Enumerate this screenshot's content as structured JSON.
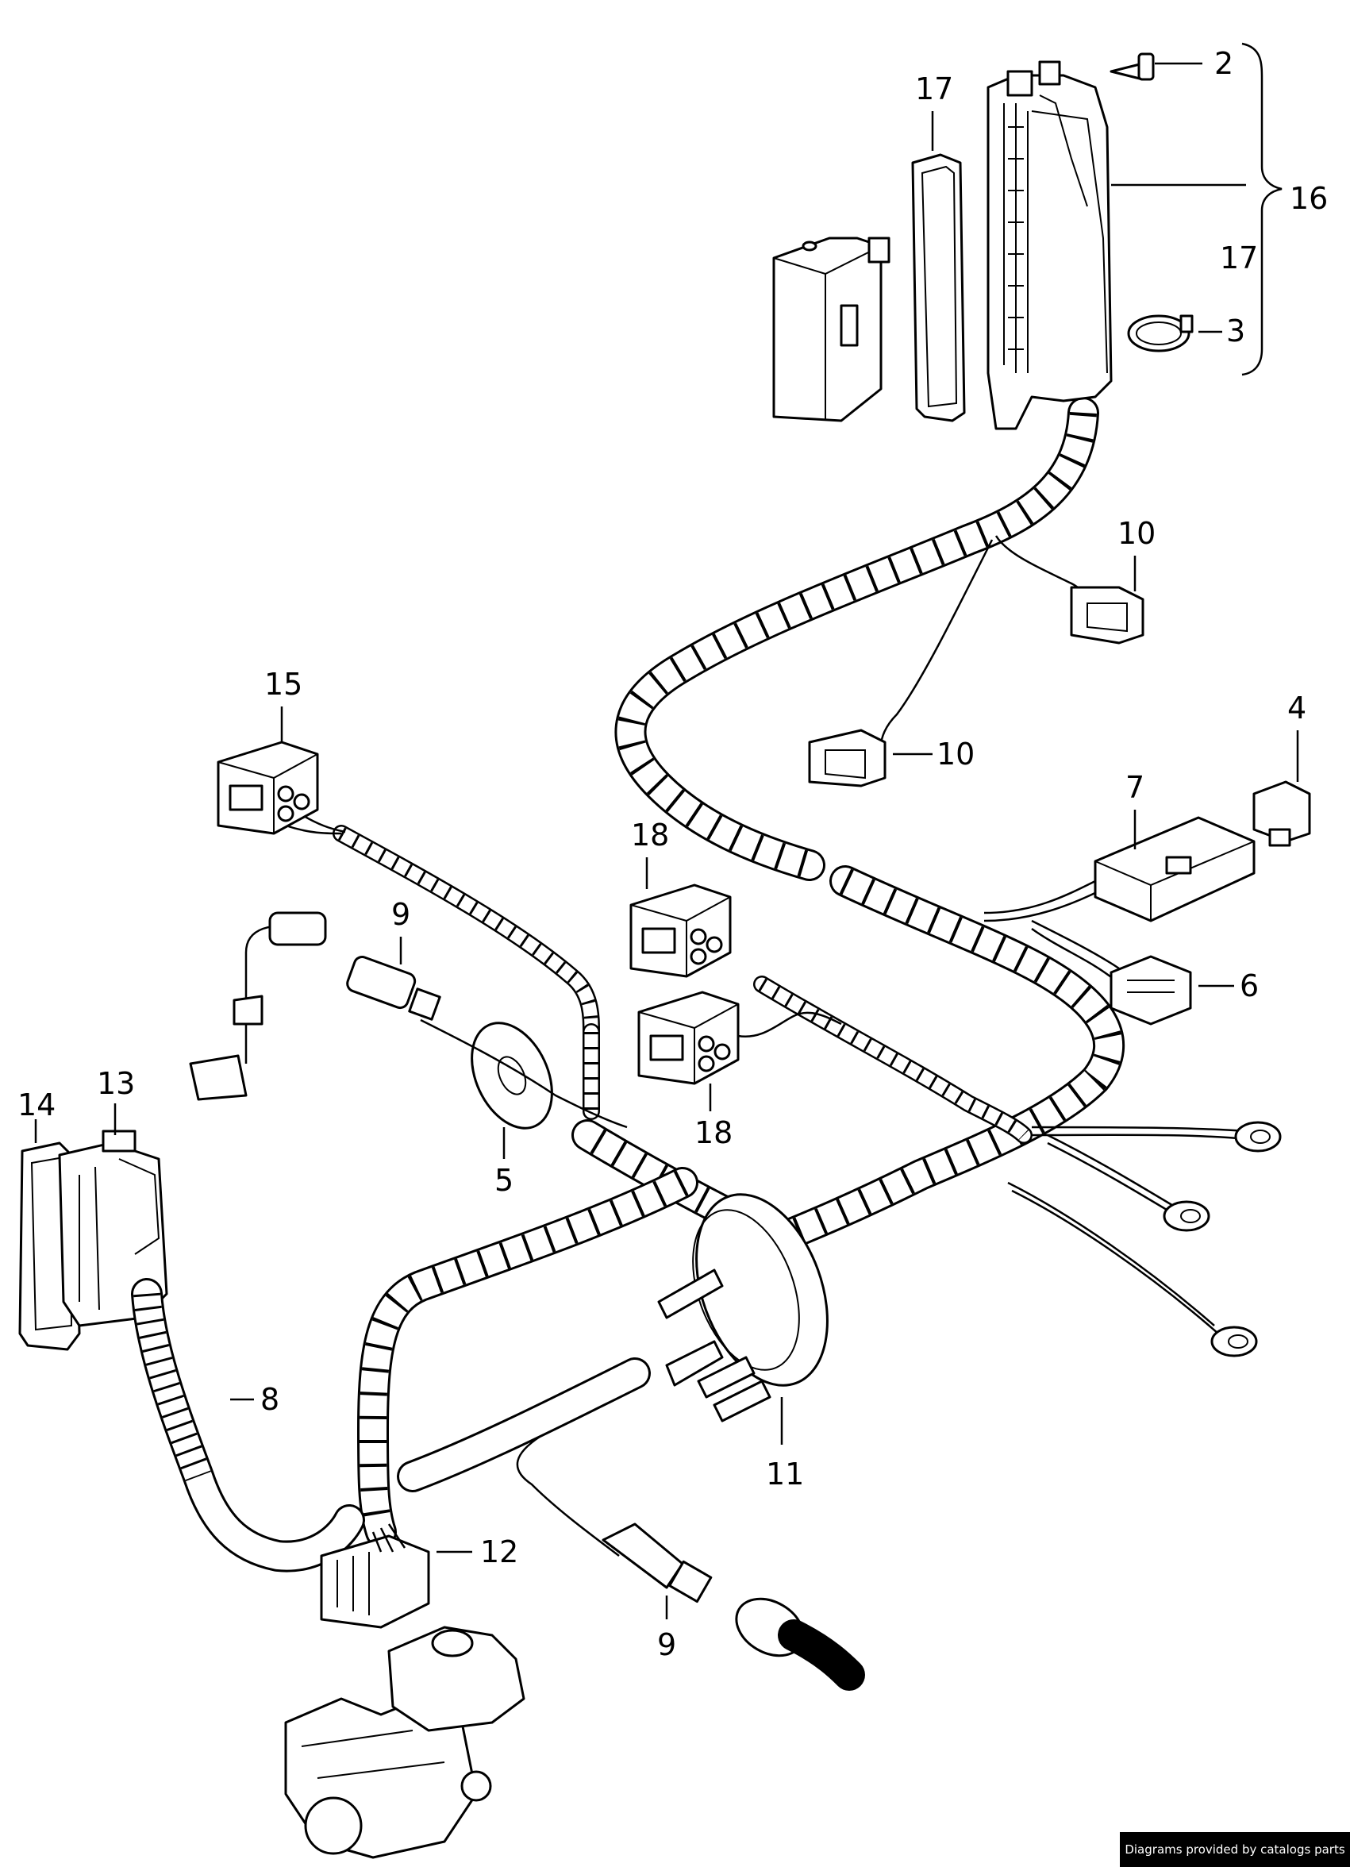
{
  "labels": {
    "l2": "2",
    "l3": "3",
    "l4": "4",
    "l5": "5",
    "l6": "6",
    "l7": "7",
    "l8": "8",
    "l9a": "9",
    "l9b": "9",
    "l10a": "10",
    "l10b": "10",
    "l11": "11",
    "l12": "12",
    "l13": "13",
    "l14": "14",
    "l15": "15",
    "l16": "16",
    "l17a": "17",
    "l17b": "17",
    "l18a": "18",
    "l18b": "18"
  },
  "watermark": "Diagrams provided by catalogs parts"
}
